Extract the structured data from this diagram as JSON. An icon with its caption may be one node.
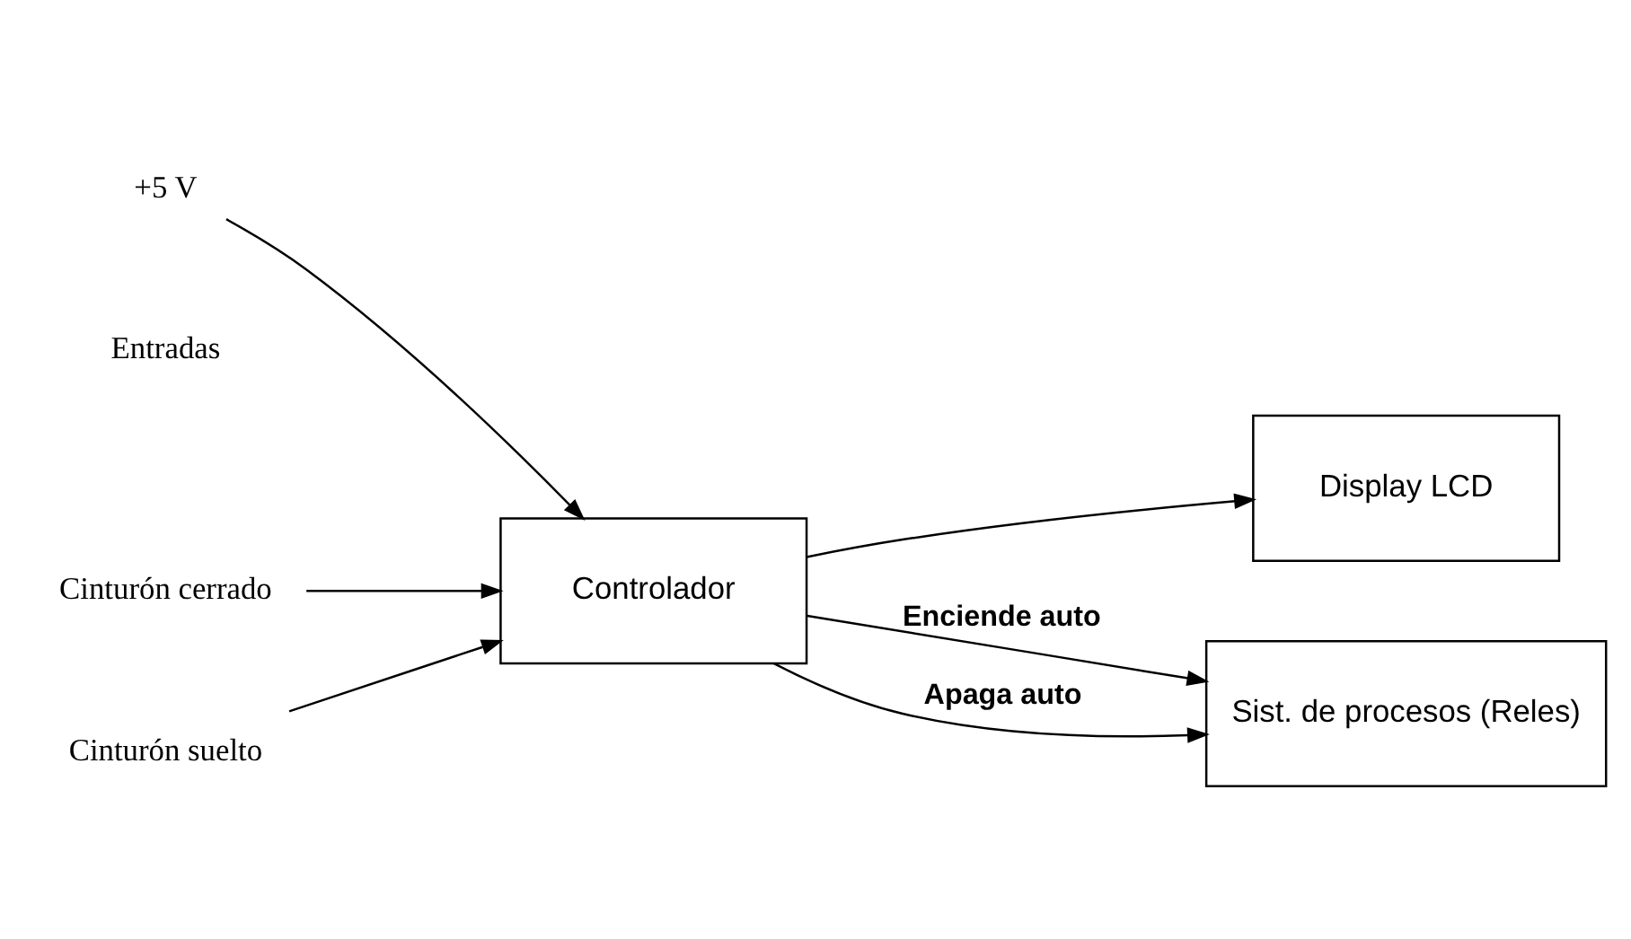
{
  "diagram": {
    "nodes": [
      {
        "text": [
          "+5 V"
        ]
      },
      {
        "text": [
          "Cinturón cerrado"
        ]
      },
      {
        "text": [
          "Cinturón suelto"
        ]
      },
      {
        "text": [
          "Controlador"
        ]
      },
      {
        "text": [
          "Display LCD"
        ]
      },
      {
        "text": [
          "Sist. de procesos (Reles)"
        ]
      }
    ],
    "edges": [
      {
        "from": 0,
        "to": 3,
        "arrow": "to"
      },
      {
        "from": 1,
        "to": 3,
        "arrow": "to"
      },
      {
        "from": 2,
        "to": 3,
        "arrow": "to"
      },
      {
        "from": 3,
        "to": 4,
        "arrow": "to"
      },
      {
        "from": 3,
        "to": 5,
        "arrow": "to",
        "label": "Enciende auto"
      },
      {
        "from": 3,
        "to": 5,
        "arrow": "to",
        "label": "Apaga auto"
      }
    ],
    "labels": [
      "Entradas"
    ]
  }
}
